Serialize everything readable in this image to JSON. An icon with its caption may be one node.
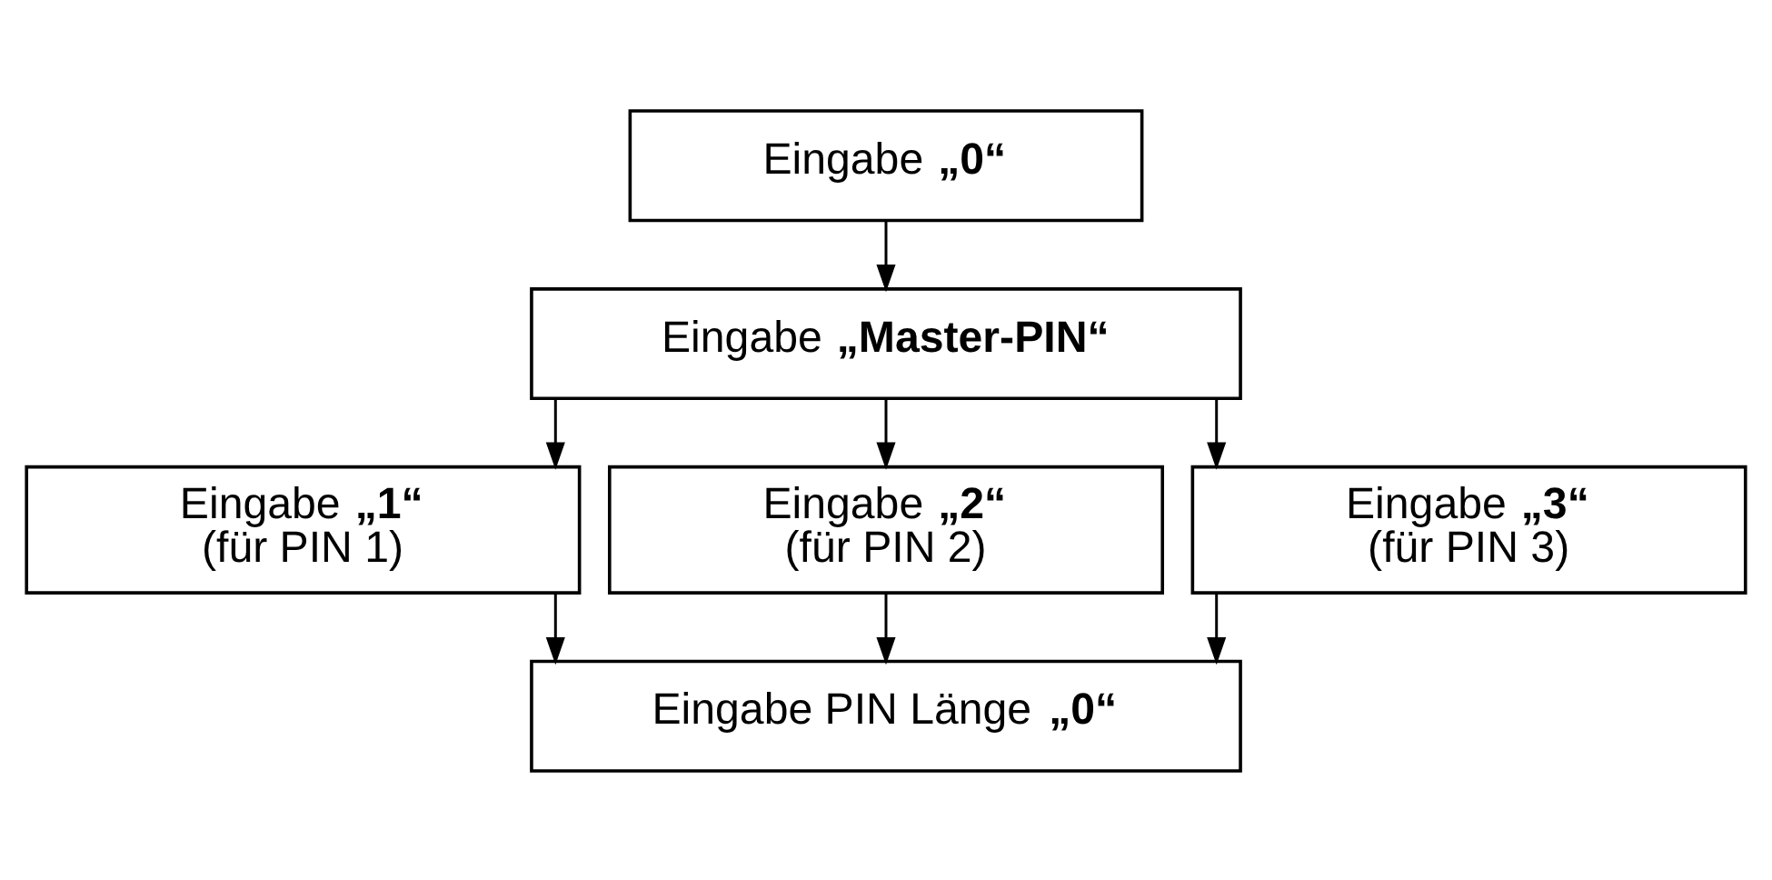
{
  "diagram": {
    "nodes": [
      {
        "text": [
          "Eingabe **„0“**"
        ]
      },
      {
        "text": [
          "Eingabe **„Master-PIN“**"
        ]
      },
      {
        "text": [
          "Eingabe **„1“**",
          "(für PIN 1)"
        ]
      },
      {
        "text": [
          "Eingabe **„2“**",
          "(für PIN 2)"
        ]
      },
      {
        "text": [
          "Eingabe **„3“**",
          "(für PIN 3)"
        ]
      },
      {
        "text": [
          "Eingabe PIN Länge **„0“**"
        ]
      }
    ],
    "edges": [
      {
        "from": 0,
        "to": 1,
        "arrow": "to"
      },
      {
        "from": 1,
        "to": 2,
        "arrow": "to"
      },
      {
        "from": 1,
        "to": 3,
        "arrow": "to"
      },
      {
        "from": 1,
        "to": 4,
        "arrow": "to"
      },
      {
        "from": 2,
        "to": 5,
        "arrow": "to"
      },
      {
        "from": 3,
        "to": 5,
        "arrow": "to"
      },
      {
        "from": 4,
        "to": 5,
        "arrow": "to"
      }
    ]
  }
}
